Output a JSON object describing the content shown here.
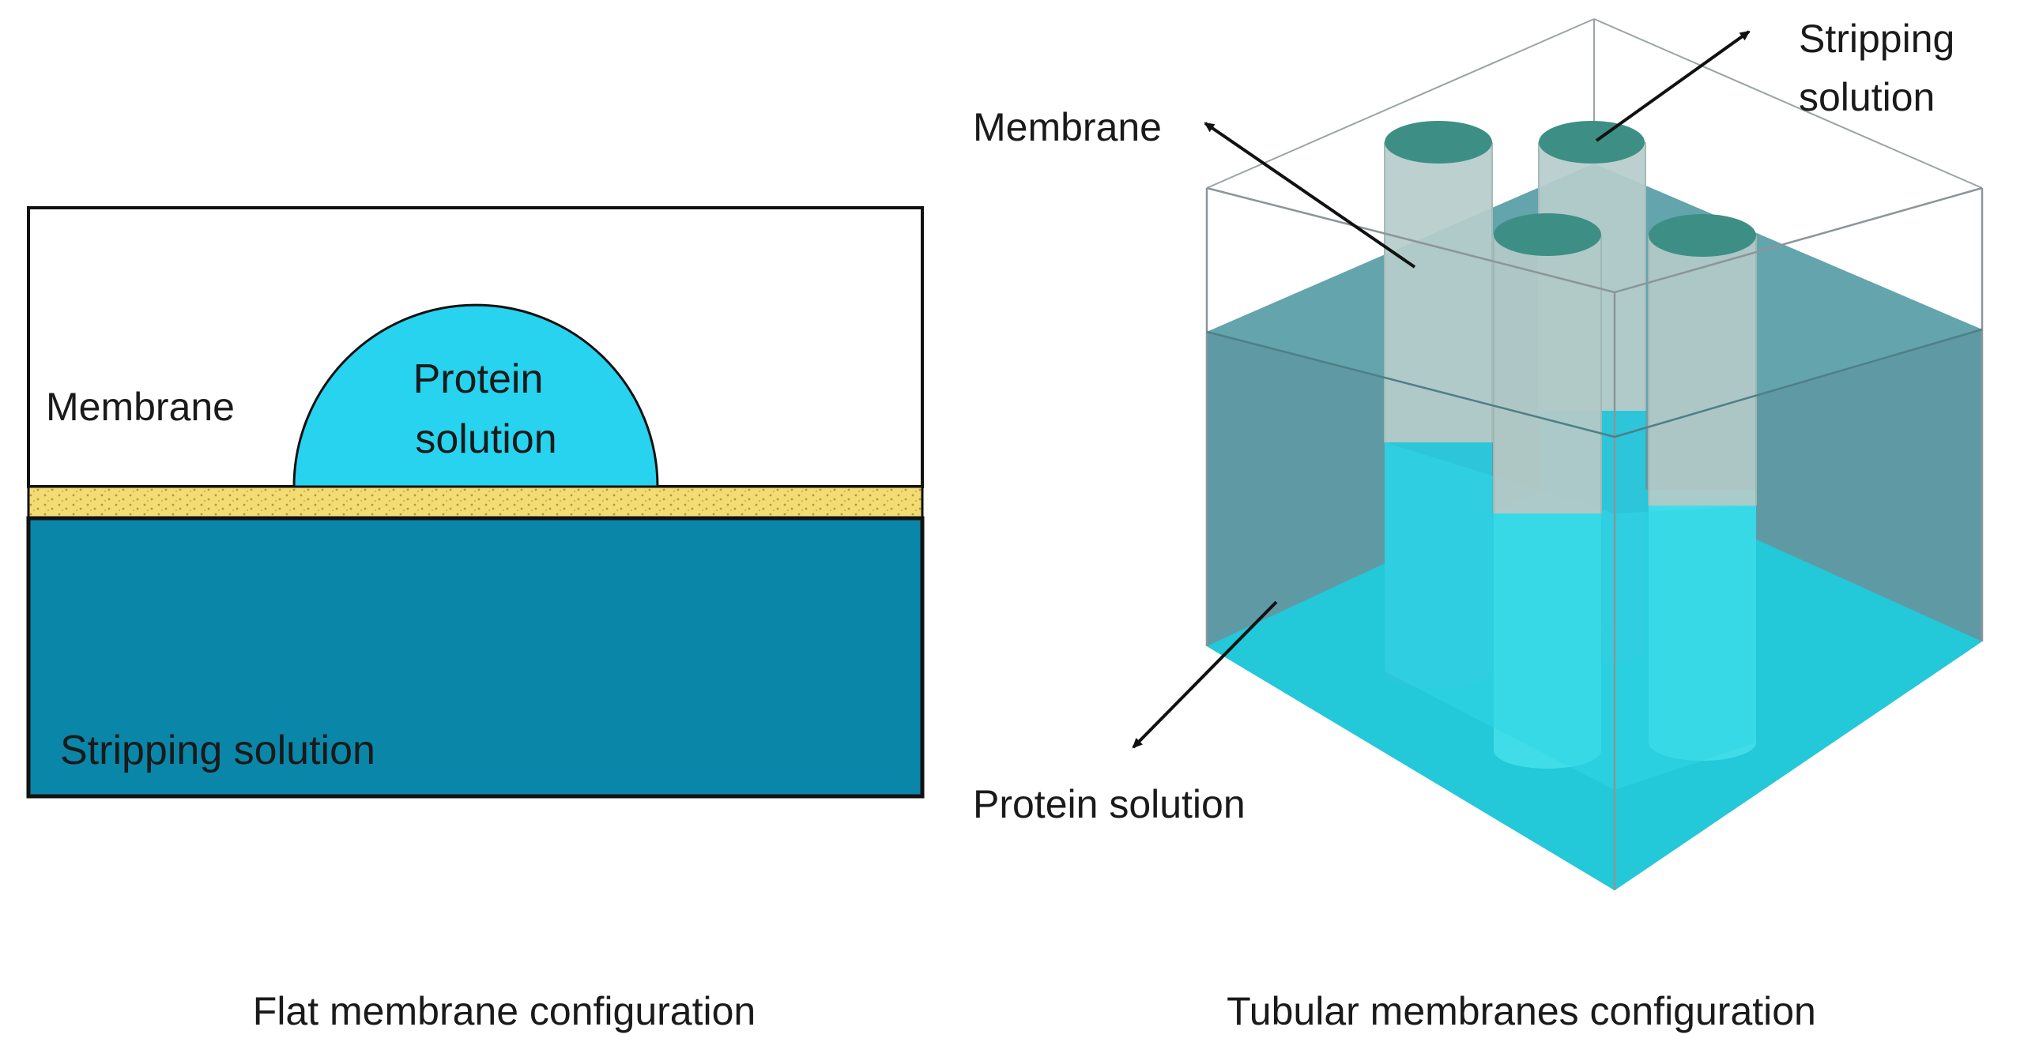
{
  "flat_panel": {
    "membrane_label": "Membrane",
    "protein_label_line1": "Protein",
    "protein_label_line2": "solution",
    "stripping_label": "Stripping solution",
    "caption": "Flat membrane configuration"
  },
  "tubular_panel": {
    "membrane_label": "Membrane",
    "stripping_label_line1": "Stripping",
    "stripping_label_line2": "solution",
    "protein_label": "Protein solution",
    "caption": "Tubular membranes configuration"
  },
  "colors": {
    "protein_solution": "#27d3ee",
    "stripping_solution": "#0a86a9",
    "membrane_layer": "#f3dc74",
    "tank_liquid": "#5f9aa4",
    "tube_body": "#b6cdcb",
    "tube_top": "#3d8f85",
    "tube_submerged": "#40dde9"
  }
}
